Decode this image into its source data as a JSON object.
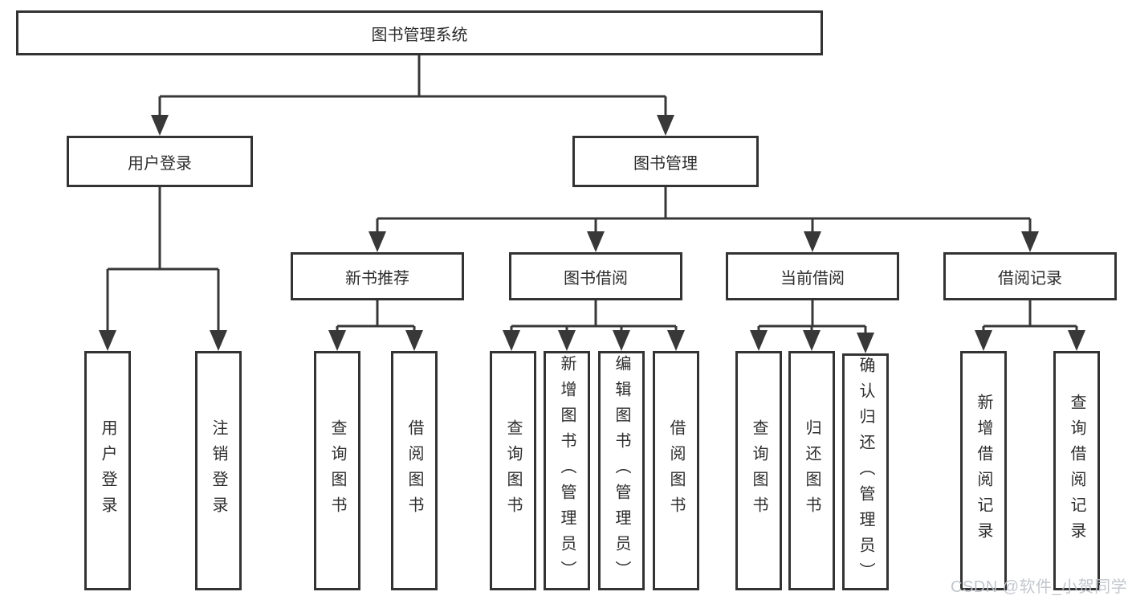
{
  "page": {
    "background": "#ffffff"
  },
  "watermark": {
    "text": "CSDN @软件_小贺同学",
    "color": "#c0c4ca"
  },
  "diagram": {
    "type": "tree",
    "title": "图书管理系统",
    "colors": {
      "line": "#383838",
      "box_border": "#333333",
      "box_fill": "#ffffff",
      "text": "#2d2d2d"
    },
    "root_id": "root",
    "nodes": {
      "root": {
        "label": "图书管理系统",
        "children": [
          "login",
          "mgmt"
        ]
      },
      "login": {
        "label": "用户登录",
        "children": [
          "login_do",
          "logout"
        ]
      },
      "mgmt": {
        "label": "图书管理",
        "children": [
          "newbook",
          "borrow",
          "current",
          "records"
        ]
      },
      "newbook": {
        "label": "新书推荐",
        "children": [
          "nb_query",
          "nb_borrow"
        ]
      },
      "borrow": {
        "label": "图书借阅",
        "children": [
          "b_query",
          "b_add",
          "b_edit",
          "b_borrow"
        ]
      },
      "current": {
        "label": "当前借阅",
        "children": [
          "c_query",
          "c_return",
          "c_confirm"
        ]
      },
      "records": {
        "label": "借阅记录",
        "children": [
          "r_add",
          "r_query"
        ]
      },
      "login_do": {
        "label": "用户登录"
      },
      "logout": {
        "label": "注销登录"
      },
      "nb_query": {
        "label": "查询图书"
      },
      "nb_borrow": {
        "label": "借阅图书"
      },
      "b_query": {
        "label": "查询图书"
      },
      "b_add": {
        "label": "新增图书（管理员）"
      },
      "b_edit": {
        "label": "编辑图书（管理员）"
      },
      "b_borrow": {
        "label": "借阅图书"
      },
      "c_query": {
        "label": "查询图书"
      },
      "c_return": {
        "label": "归还图书"
      },
      "c_confirm": {
        "label": "确认归还（管理员）"
      },
      "r_add": {
        "label": "新增借阅记录"
      },
      "r_query": {
        "label": "查询借阅记录"
      }
    }
  }
}
